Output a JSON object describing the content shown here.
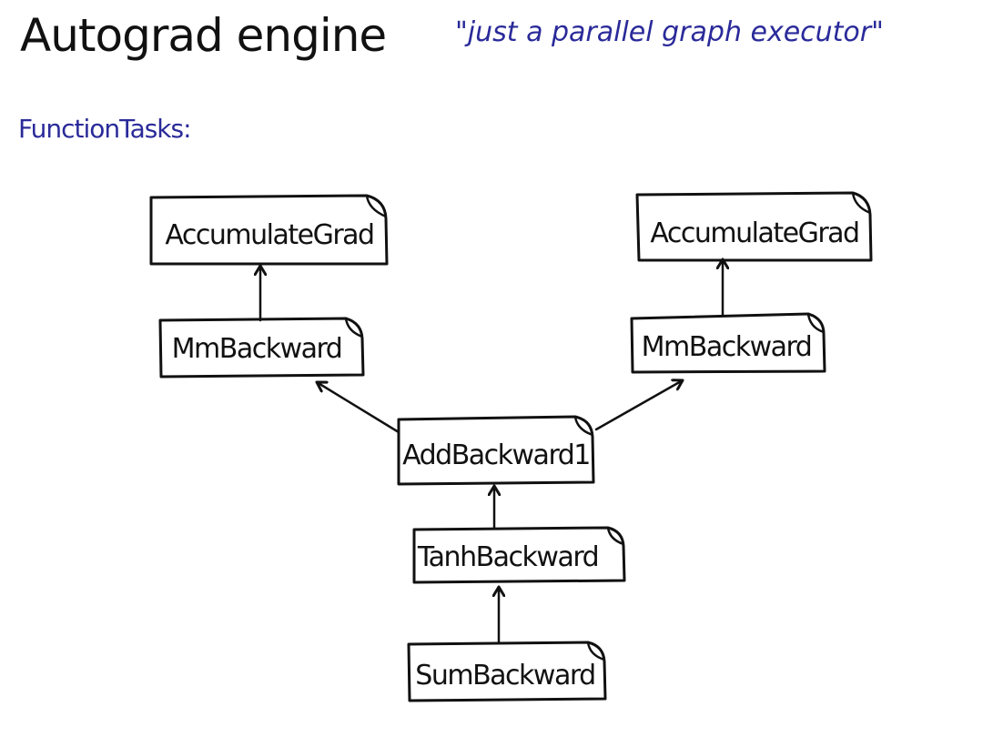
{
  "title": "Autograd engine",
  "quote": "\"just a parallel graph executor\"",
  "subtitle": "FunctionTasks:",
  "nodes": {
    "accumulate_grad_left": "AccumulateGrad",
    "accumulate_grad_right": "AccumulateGrad",
    "mm_backward_left": "MmBackward",
    "mm_backward_right": "MmBackward",
    "add_backward": "AddBackward1",
    "tanh_backward": "TanhBackward",
    "sum_backward": "SumBackward"
  },
  "colors": {
    "ink": "#111111",
    "accent": "#2a2a9a"
  }
}
